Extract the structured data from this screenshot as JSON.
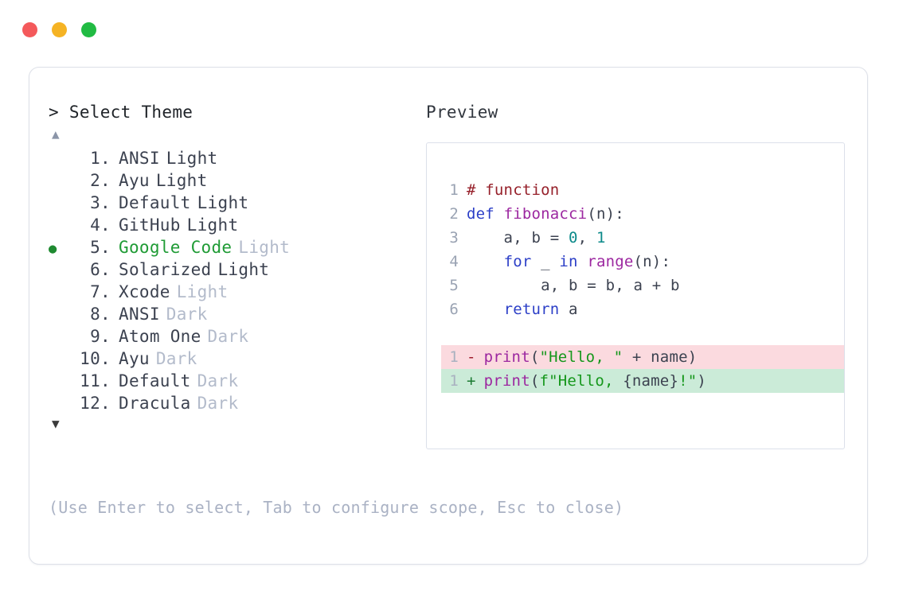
{
  "titlebar": {
    "dots": [
      {
        "name": "close",
        "color": "#f4595b"
      },
      {
        "name": "minimize",
        "color": "#f5b324"
      },
      {
        "name": "maximize",
        "color": "#21bb43"
      }
    ]
  },
  "selector": {
    "prompt_symbol": ">",
    "prompt_header": "> Select Theme",
    "scroll_up_glyph": "▲",
    "scroll_down_glyph": "▼",
    "selected_bullet_glyph": "●",
    "selected_index": 5,
    "items": [
      {
        "index": "1.",
        "name": "ANSI",
        "variant": "Light",
        "variant_muted": false,
        "selected": false
      },
      {
        "index": "2.",
        "name": "Ayu",
        "variant": "Light",
        "variant_muted": false,
        "selected": false
      },
      {
        "index": "3.",
        "name": "Default",
        "variant": "Light",
        "variant_muted": false,
        "selected": false
      },
      {
        "index": "4.",
        "name": "GitHub",
        "variant": "Light",
        "variant_muted": false,
        "selected": false
      },
      {
        "index": "5.",
        "name": "Google Code",
        "variant": "Light",
        "variant_muted": true,
        "selected": true
      },
      {
        "index": "6.",
        "name": "Solarized",
        "variant": "Light",
        "variant_muted": false,
        "selected": false
      },
      {
        "index": "7.",
        "name": "Xcode",
        "variant": "Light",
        "variant_muted": true,
        "selected": false
      },
      {
        "index": "8.",
        "name": "ANSI",
        "variant": "Dark",
        "variant_muted": true,
        "selected": false
      },
      {
        "index": "9.",
        "name": "Atom One",
        "variant": "Dark",
        "variant_muted": true,
        "selected": false
      },
      {
        "index": "10.",
        "name": "Ayu",
        "variant": "Dark",
        "variant_muted": true,
        "selected": false
      },
      {
        "index": "11.",
        "name": "Default",
        "variant": "Dark",
        "variant_muted": true,
        "selected": false
      },
      {
        "index": "12.",
        "name": "Dracula",
        "variant": "Dark",
        "variant_muted": true,
        "selected": false
      }
    ],
    "hint": "(Use Enter to select, Tab to configure scope, Esc to close)"
  },
  "preview": {
    "label": "Preview",
    "code_lines": [
      {
        "no": "1",
        "tokens": [
          {
            "t": "# function",
            "c": "tok-comment"
          }
        ]
      },
      {
        "no": "2",
        "tokens": [
          {
            "t": "def ",
            "c": "tok-kw"
          },
          {
            "t": "fibonacci",
            "c": "tok-fn"
          },
          {
            "t": "(n):",
            "c": "tok-plain"
          }
        ]
      },
      {
        "no": "3",
        "tokens": [
          {
            "t": "    a, b = ",
            "c": "tok-plain"
          },
          {
            "t": "0",
            "c": "tok-num"
          },
          {
            "t": ", ",
            "c": "tok-plain"
          },
          {
            "t": "1",
            "c": "tok-num"
          }
        ]
      },
      {
        "no": "4",
        "tokens": [
          {
            "t": "    ",
            "c": "tok-plain"
          },
          {
            "t": "for",
            "c": "tok-kw"
          },
          {
            "t": " _ ",
            "c": "tok-plain"
          },
          {
            "t": "in",
            "c": "tok-kw"
          },
          {
            "t": " ",
            "c": "tok-plain"
          },
          {
            "t": "range",
            "c": "tok-fn"
          },
          {
            "t": "(n):",
            "c": "tok-plain"
          }
        ]
      },
      {
        "no": "5",
        "tokens": [
          {
            "t": "        a, b = b, a + b",
            "c": "tok-plain"
          }
        ]
      },
      {
        "no": "6",
        "tokens": [
          {
            "t": "    ",
            "c": "tok-plain"
          },
          {
            "t": "return",
            "c": "tok-kw"
          },
          {
            "t": " a",
            "c": "tok-plain"
          }
        ]
      }
    ],
    "diff_lines": [
      {
        "no": "1",
        "marker": "-",
        "kind": "del",
        "tokens": [
          {
            "t": "print",
            "c": "tok-fn"
          },
          {
            "t": "(",
            "c": "tok-plain"
          },
          {
            "t": "\"Hello, \"",
            "c": "tok-str"
          },
          {
            "t": " + name)",
            "c": "tok-plain"
          }
        ]
      },
      {
        "no": "1",
        "marker": "+",
        "kind": "add",
        "tokens": [
          {
            "t": "print",
            "c": "tok-fn"
          },
          {
            "t": "(",
            "c": "tok-plain"
          },
          {
            "t": "f\"Hello, ",
            "c": "tok-str"
          },
          {
            "t": "{name}",
            "c": "tok-plain"
          },
          {
            "t": "!\"",
            "c": "tok-str"
          },
          {
            "t": ")",
            "c": "tok-plain"
          }
        ]
      }
    ]
  },
  "colors": {
    "accent_green": "#1f9b35",
    "muted_text": "#b3bbcb",
    "body_text": "#3c4250",
    "border": "#dde0e8",
    "diff_add_bg": "#cbebd8",
    "diff_del_bg": "#fbdadf"
  }
}
